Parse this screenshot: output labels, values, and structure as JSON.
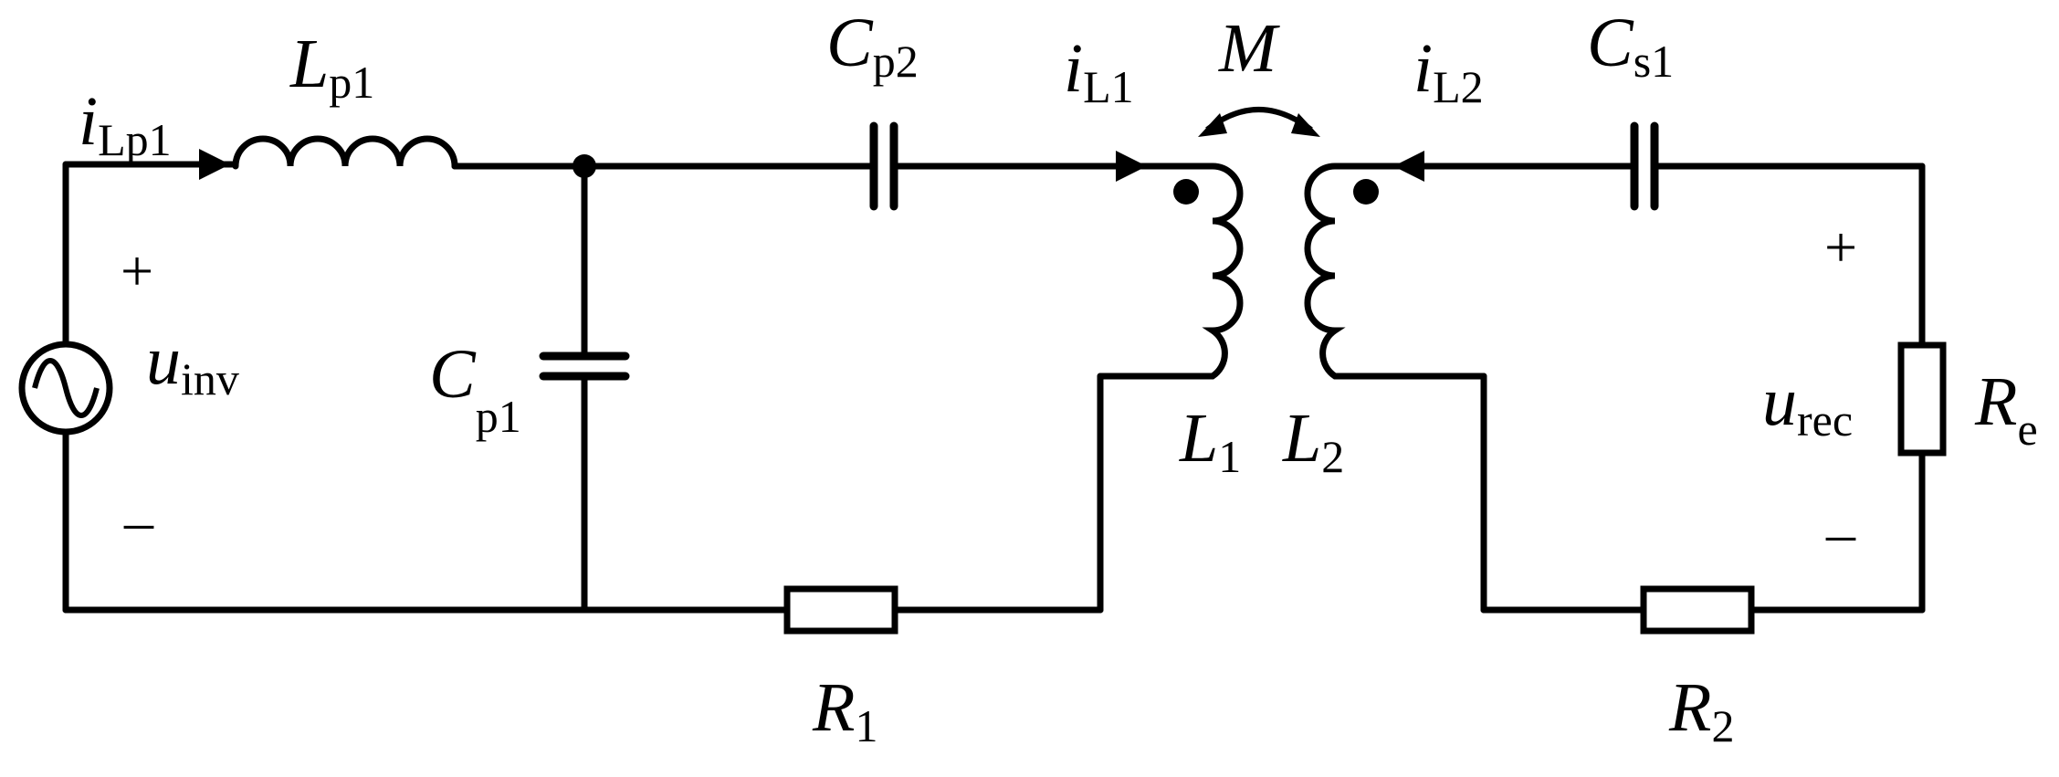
{
  "labels": {
    "i_lp1": {
      "main": "i",
      "sub": "Lp1"
    },
    "l_p1": {
      "main": "L",
      "sub": "p1"
    },
    "c_p2": {
      "main": "C",
      "sub": "p2"
    },
    "i_l1": {
      "main": "i",
      "sub": "L1"
    },
    "m": {
      "main": "M"
    },
    "i_l2": {
      "main": "i",
      "sub": "L2"
    },
    "c_s1": {
      "main": "C",
      "sub": "s1"
    },
    "u_inv": {
      "main": "u",
      "sub": "inv"
    },
    "c_p1": {
      "main": "C",
      "sub": "p1"
    },
    "l_1": {
      "main": "L",
      "sub": "1"
    },
    "l_2": {
      "main": "L",
      "sub": "2"
    },
    "u_rec": {
      "main": "u",
      "sub": "rec"
    },
    "r_e": {
      "main": "R",
      "sub": "e"
    },
    "r_1": {
      "main": "R",
      "sub": "1"
    },
    "r_2": {
      "main": "R",
      "sub": "2"
    }
  },
  "signs": {
    "inv_plus": "+",
    "inv_minus": "–",
    "rec_plus": "+",
    "rec_minus": "–"
  }
}
